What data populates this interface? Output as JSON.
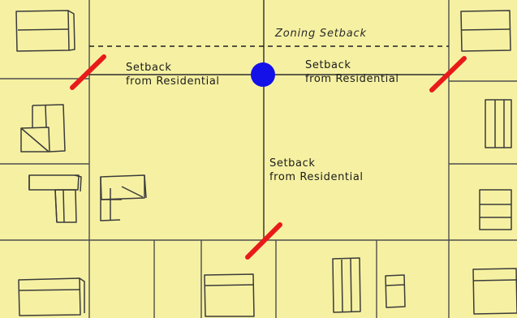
{
  "labels": {
    "zoning_setback": "Zoning Setback",
    "setback_left": {
      "line1": "Setback",
      "line2": "from Residential"
    },
    "setback_right": {
      "line1": "Setback",
      "line2": "from Residential"
    },
    "setback_bottom": {
      "line1": "Setback",
      "line2": "from Residential"
    }
  },
  "colors": {
    "background": "#f6f1a2",
    "lot_line": "#4d4d4d",
    "pencil": "#3b3b3b",
    "marker": "#e81a1a",
    "site_point": "#1410e8"
  }
}
